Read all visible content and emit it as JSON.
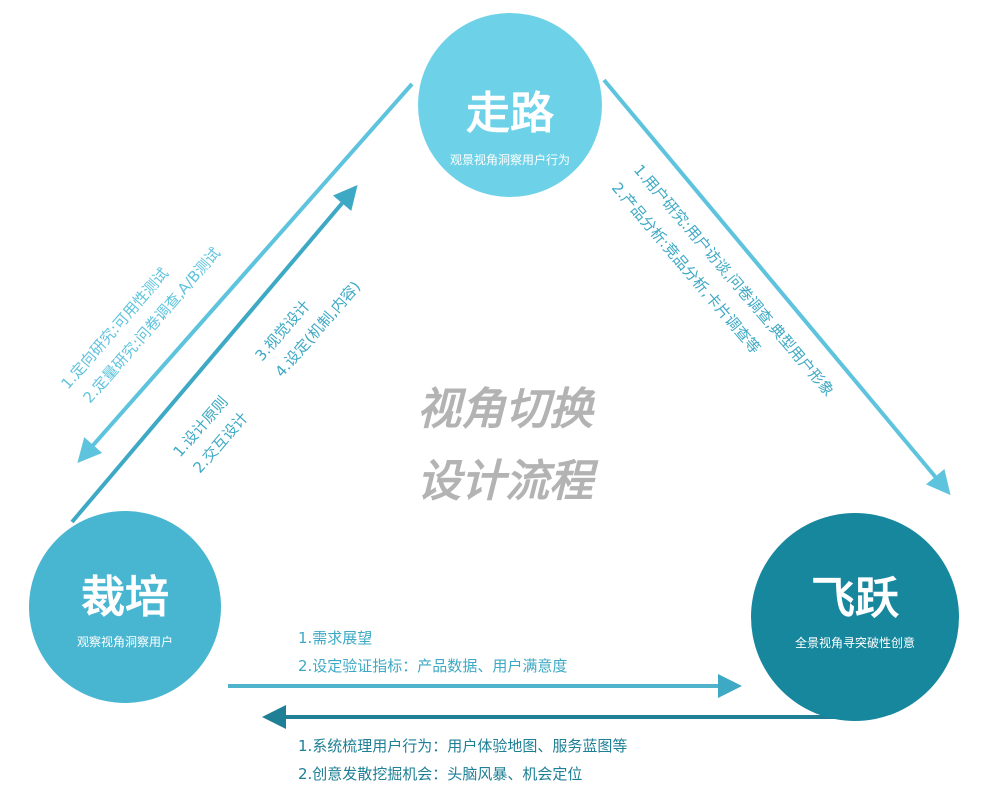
{
  "nodes": {
    "top": {
      "title": "走路",
      "subtitle": "观景视角洞察用户行为",
      "color": "#6dd1e8"
    },
    "left": {
      "title": "裁培",
      "subtitle": "观察视角洞察用户",
      "color": "#49b6d1"
    },
    "right": {
      "title": "飞跃",
      "subtitle": "全景视角寻突破性创意",
      "color": "#17879e"
    }
  },
  "center_title": [
    "视角切换",
    "设计流程"
  ],
  "edges": {
    "top_to_right": [
      "1.用户研究:用户访谈,问卷调查,典型用户形象",
      "2.产品分析:竞品分析,卡片调查等"
    ],
    "top_to_left": [
      "1.定向研究:可用性测试",
      "2.定量研究:问卷调查,A/B测试"
    ],
    "left_to_top": [
      "1.设计原则",
      "2.交互设计",
      "3.视觉设计",
      "4.设定(机制,内容)"
    ],
    "left_to_right": [
      "1.需求展望",
      "2.设定验证指标：产品数据、用户满意度"
    ],
    "right_to_left": [
      "1.系统梳理用户行为：用户体验地图、服务蓝图等",
      "2.创意发散挖掘机会：头脑风暴、机会定位"
    ]
  },
  "colors": {
    "light": "#5ec3dd",
    "mid": "#3ea9c4",
    "dark": "#1e7f95",
    "center_text": "#b3b3b3"
  }
}
